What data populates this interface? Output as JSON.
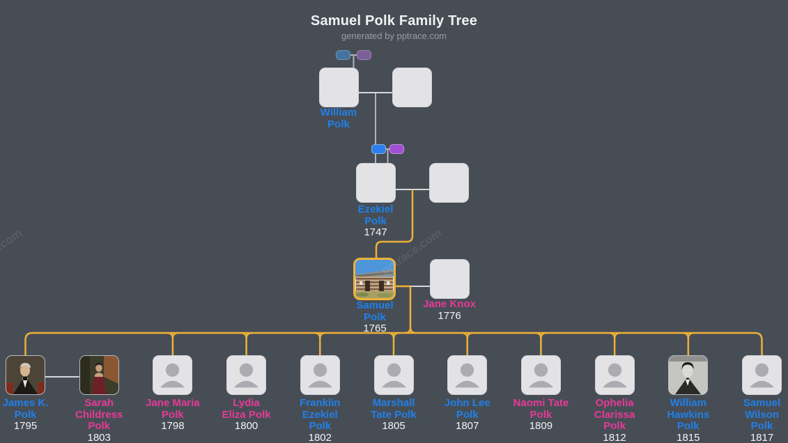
{
  "header": {
    "title": "Samuel Polk Family Tree",
    "subtitle": "generated by pptrace.com"
  },
  "watermark": "pptrace.com",
  "colors": {
    "male": "#2080e8",
    "female": "#e73a98",
    "line_yellow": "#edb138",
    "line_gray": "#aeb4bb",
    "line_spouse": "#d6d8dc",
    "background": "#474d55"
  },
  "ancestors": {
    "gen1": {
      "name_line1": "William",
      "name_line2": "Polk"
    },
    "gen2": {
      "name_line1": "Ezekiel",
      "name_line2": "Polk",
      "year": "1747"
    },
    "gen3_father": {
      "name_line1": "Samuel",
      "name_line2": "Polk",
      "year": "1765"
    },
    "gen3_mother": {
      "name": "Jane Knox",
      "year": "1776"
    }
  },
  "children": [
    {
      "name_lines": [
        "James K.",
        "Polk"
      ],
      "year": "1795",
      "gender": "male",
      "photo": "james",
      "spouse_of_prev": false
    },
    {
      "name_lines": [
        "Sarah",
        "Childress",
        "Polk"
      ],
      "year": "1803",
      "gender": "female",
      "photo": "sarah",
      "spouse_of_prev": true
    },
    {
      "name_lines": [
        "Jane Maria",
        "Polk"
      ],
      "year": "1798",
      "gender": "female",
      "photo": null,
      "spouse_of_prev": false
    },
    {
      "name_lines": [
        "Lydia",
        "Eliza Polk"
      ],
      "year": "1800",
      "gender": "female",
      "photo": null,
      "spouse_of_prev": false
    },
    {
      "name_lines": [
        "Franklin",
        "Ezekiel",
        "Polk"
      ],
      "year": "1802",
      "gender": "male",
      "photo": null,
      "spouse_of_prev": false
    },
    {
      "name_lines": [
        "Marshall",
        "Tate Polk"
      ],
      "year": "1805",
      "gender": "male",
      "photo": null,
      "spouse_of_prev": false
    },
    {
      "name_lines": [
        "John Lee",
        "Polk"
      ],
      "year": "1807",
      "gender": "male",
      "photo": null,
      "spouse_of_prev": false
    },
    {
      "name_lines": [
        "Naomi Tate",
        "Polk"
      ],
      "year": "1809",
      "gender": "female",
      "photo": null,
      "spouse_of_prev": false
    },
    {
      "name_lines": [
        "Ophelia",
        "Clarissa",
        "Polk"
      ],
      "year": "1812",
      "gender": "female",
      "photo": null,
      "spouse_of_prev": false
    },
    {
      "name_lines": [
        "William",
        "Hawkins",
        "Polk"
      ],
      "year": "1815",
      "gender": "male",
      "photo": "williamh",
      "spouse_of_prev": false
    },
    {
      "name_lines": [
        "Samuel",
        "Wilson",
        "Polk"
      ],
      "year": "1817",
      "gender": "male",
      "photo": null,
      "spouse_of_prev": false
    }
  ]
}
